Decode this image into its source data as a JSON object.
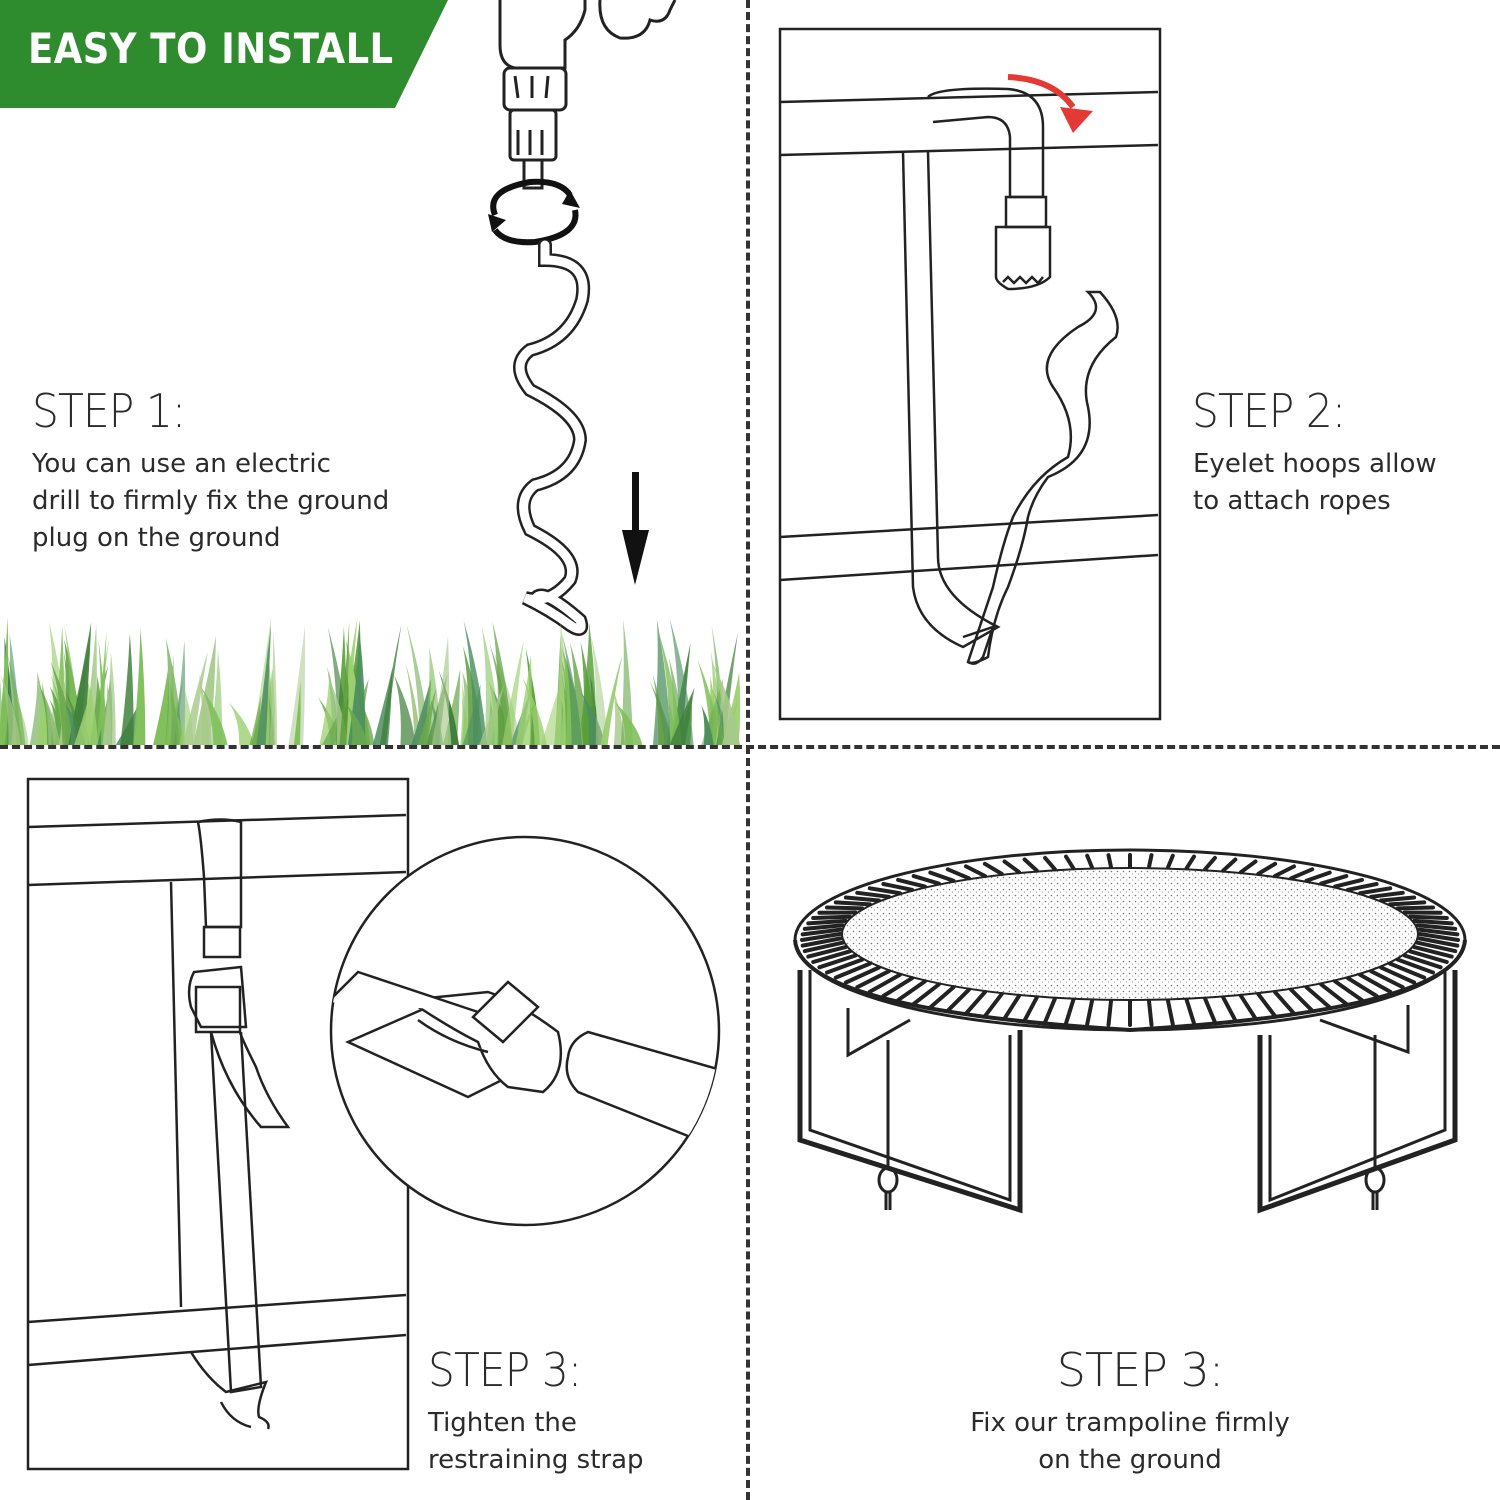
{
  "banner": {
    "label": "EASY TO INSTALL",
    "color": "#2e8b2e"
  },
  "steps": [
    {
      "title": "STEP 1:",
      "text": "You can use an electric\ndrill to firmly fix the ground\nplug on the ground"
    },
    {
      "title": "STEP 2:",
      "text": "Eyelet hoops allow\nto attach ropes"
    },
    {
      "title": "STEP 3:",
      "text": "Tighten the\nrestraining strap"
    },
    {
      "title": "STEP 3:",
      "text": "Fix our trampoline firmly\non the ground"
    }
  ],
  "colors": {
    "grass": "#6aa84f",
    "arrow_red": "#e53935",
    "line": "#222222"
  },
  "icons": [
    "drill-icon",
    "rotation-arrows-icon",
    "ground-anchor-icon",
    "down-arrow-icon",
    "grass-decoration",
    "strap-hook-illustration",
    "buckle-illustration",
    "trampoline-illustration"
  ]
}
